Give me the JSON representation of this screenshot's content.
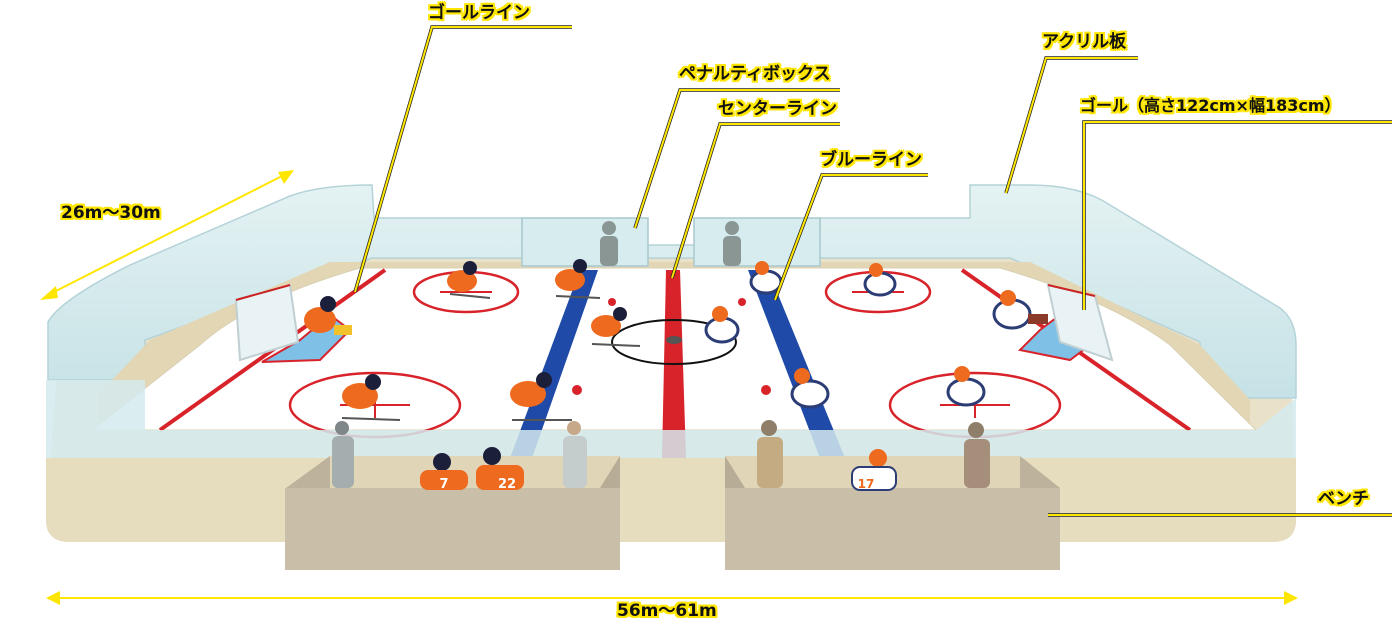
{
  "labels": {
    "goal_line": "ゴールライン",
    "penalty_box": "ペナルティボックス",
    "center_line": "センターライン",
    "blue_line": "ブルーライン",
    "acrylic": "アクリル板",
    "goal": "ゴール（高さ122cm×幅183cm）",
    "bench": "ベンチ",
    "width": "26m〜30m",
    "length": "56m〜61m"
  },
  "players": {
    "bench_left_1": "7",
    "bench_left_2": "22",
    "bench_right_1": "17"
  },
  "colors": {
    "leader": "#ffe600",
    "red_line": "#d8232a",
    "blue_line": "#1f4aa8",
    "ice": "#ffffff",
    "glass": "#cfe8ec",
    "base": "#e9e1c8",
    "bench": "#c9bfa9",
    "orange_team": "#ee6a1f",
    "white_team": "#ffffff"
  }
}
